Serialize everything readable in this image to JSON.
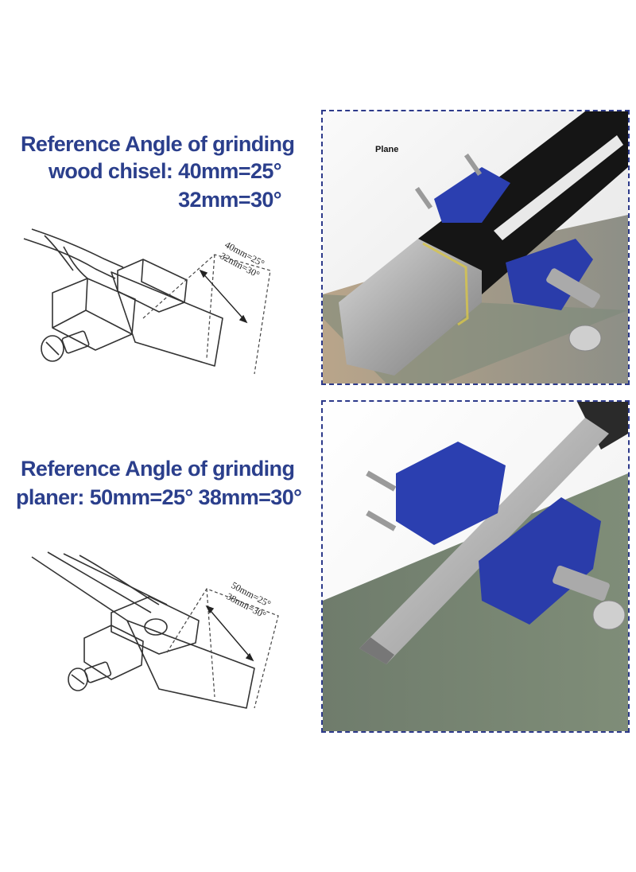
{
  "chisel_section": {
    "line1": "Reference Angle of grinding",
    "line2": "wood chisel: 40mm=25°",
    "line3": "32mm=30°",
    "diagram_label_a": "40mm=25°",
    "diagram_label_b": "32mm=30°"
  },
  "planer_section": {
    "line1": "Reference Angle of grinding",
    "line2": "planer: 50mm=25° 38mm=30°",
    "diagram_label_a": "50mm=25°",
    "diagram_label_b": "38mm=30°"
  },
  "photo_top": {
    "label": "Plane"
  },
  "colors": {
    "heading": "#2b3f8c",
    "panel_border": "#2d3a8a",
    "jig_blue": "#2b3fb0",
    "stone_green": "#7f8d78"
  }
}
